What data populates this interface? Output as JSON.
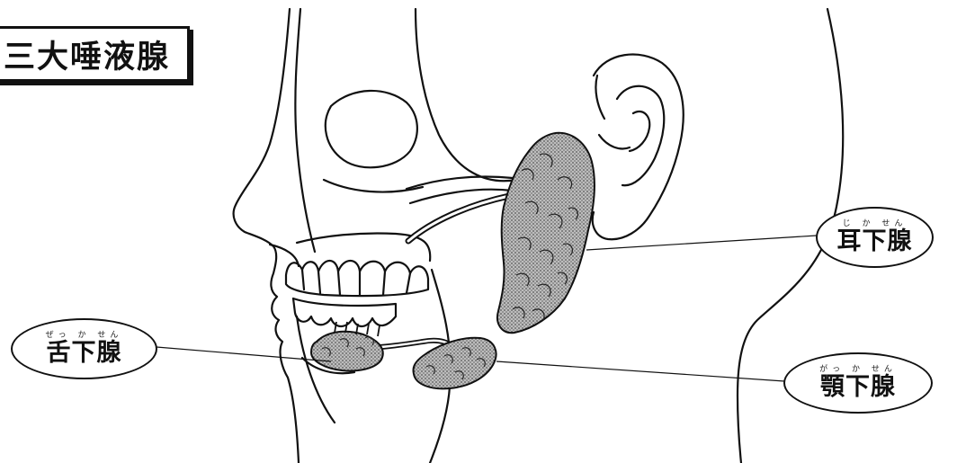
{
  "title": "三大唾液腺",
  "labels": {
    "parotid": {
      "kanji": "耳下腺",
      "ruby": "じ か せん"
    },
    "sublingual": {
      "kanji": "舌下腺",
      "ruby": "ぜっ か せん"
    },
    "submandibular": {
      "kanji": "顎下腺",
      "ruby": "がっ か せん"
    }
  },
  "colors": {
    "line": "#111111",
    "gland_fill": "#9a9a9a",
    "background": "#ffffff"
  }
}
